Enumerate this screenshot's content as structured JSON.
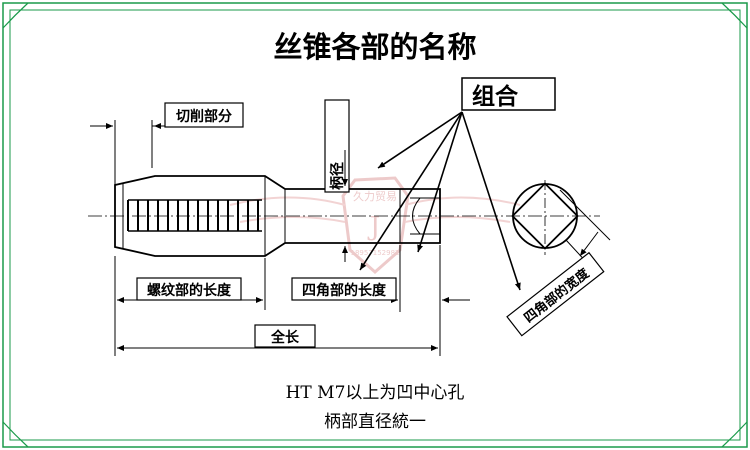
{
  "title": "丝锥各部的名称",
  "labels": {
    "cutting_part": "切削部分",
    "combination": "组合",
    "shank_diameter": "柄径",
    "thread_length": "螺纹部的长度",
    "square_length": "四角部的长度",
    "total_length": "全长",
    "square_width": "四角部的宽度"
  },
  "notes": {
    "line1": "HT M7以上为凹中心孔",
    "line2": "柄部直径統一"
  },
  "watermark": {
    "text": "久力贸易",
    "phone": "18957152982",
    "color": "#e0a0a0"
  },
  "colors": {
    "frame": "#1a9a4a",
    "ink": "#000000"
  }
}
